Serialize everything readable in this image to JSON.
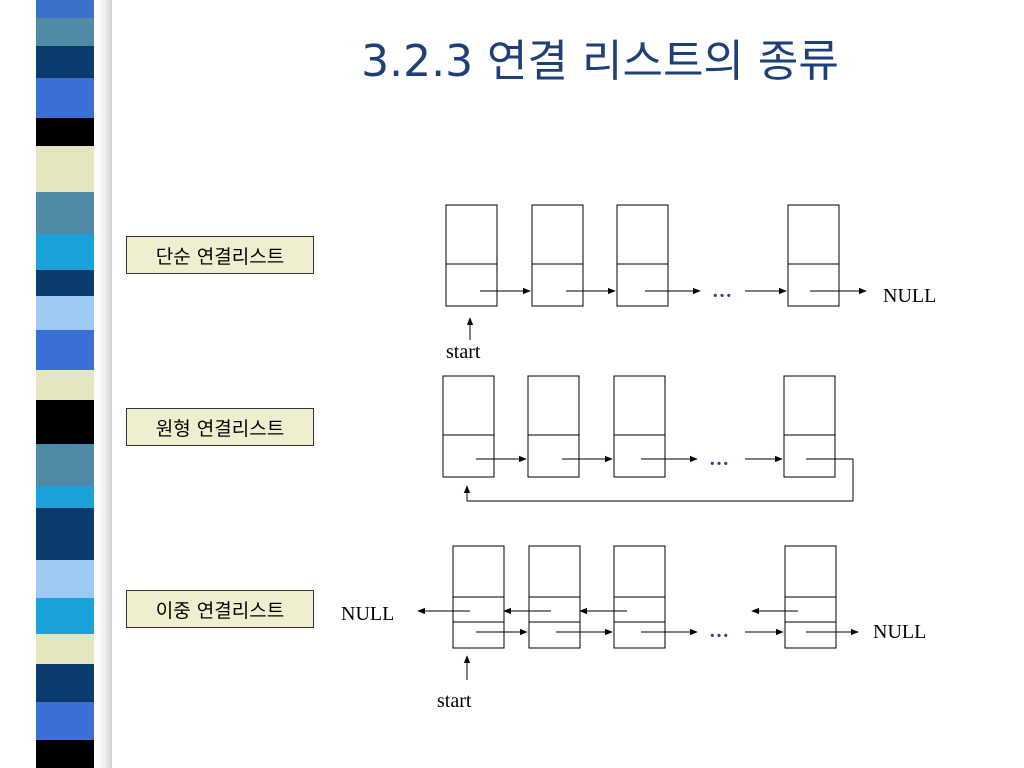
{
  "slide": {
    "title": "3.2.3 연결 리스트의 종류",
    "colors": {
      "title": "#1f3f7a",
      "label_bg": "#efefcf",
      "ellipsis": "#2a3f8f"
    }
  },
  "sections": {
    "singly": {
      "label": "단순 연결리스트",
      "null_text": "NULL",
      "start_text": "start",
      "ellipsis": "…"
    },
    "circular": {
      "label": "원형 연결리스트",
      "ellipsis": "…"
    },
    "doubly": {
      "label": "이중 연결리스트",
      "null_left": "NULL",
      "null_right": "NULL",
      "start_text": "start",
      "ellipsis": "…"
    }
  }
}
